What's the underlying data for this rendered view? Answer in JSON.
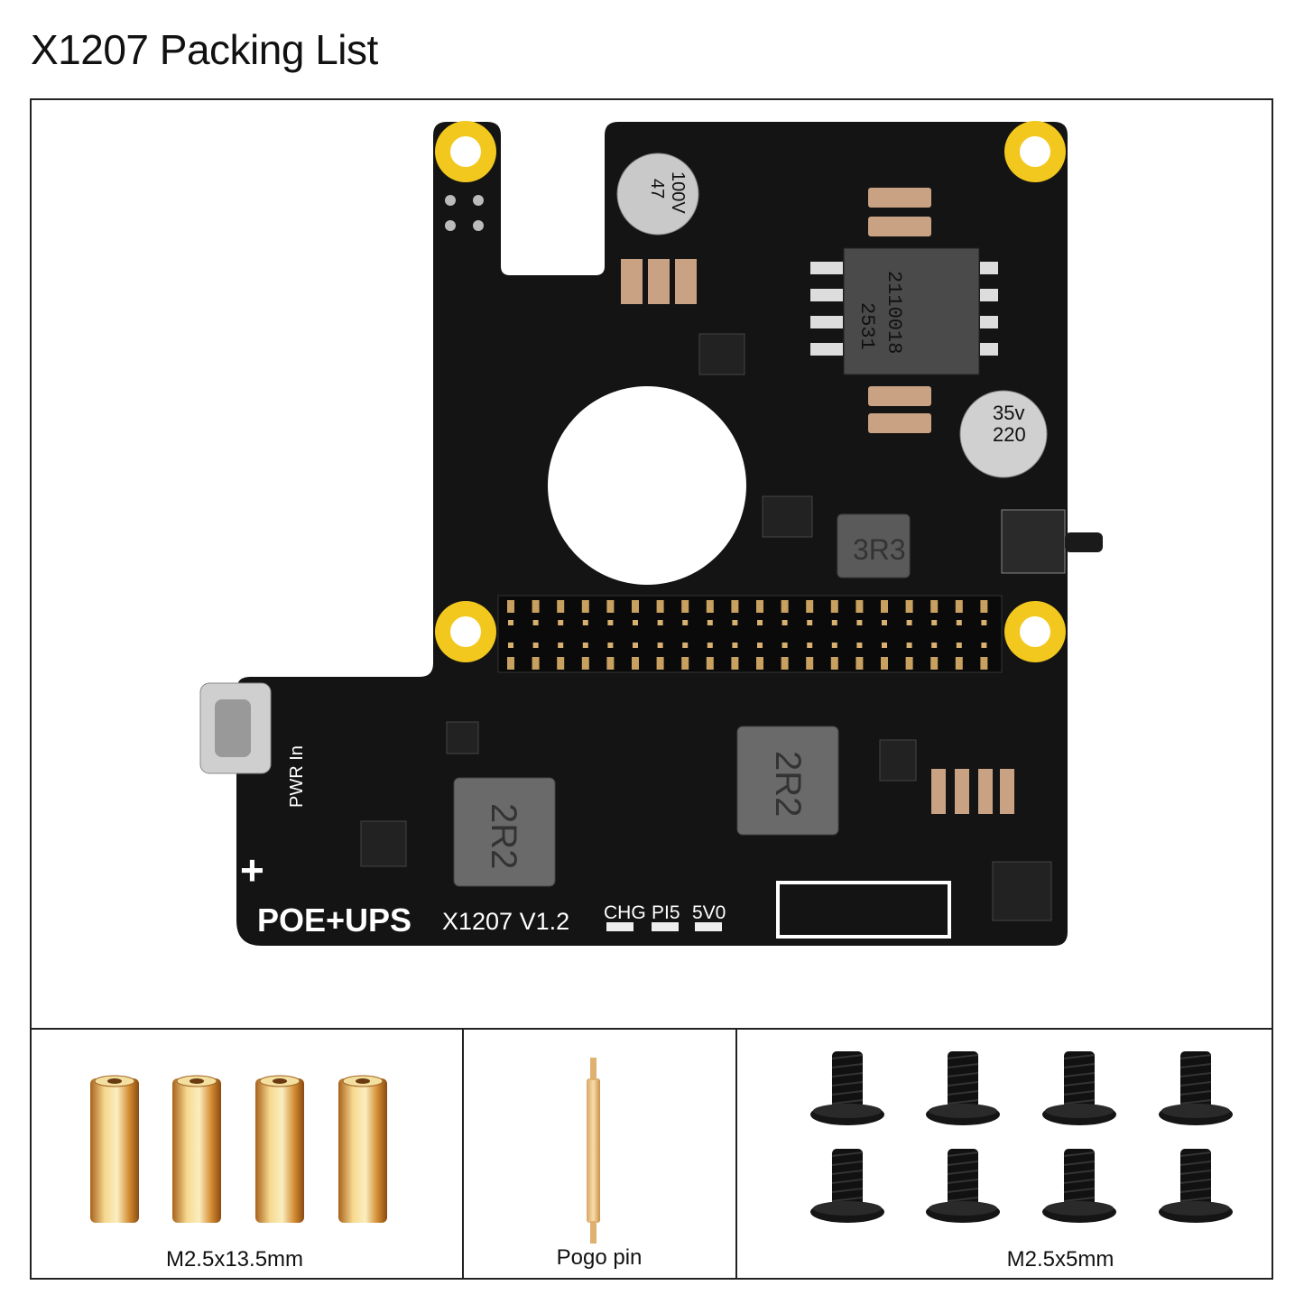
{
  "title": "X1207 Packing List",
  "board": {
    "brand_label": "POE+UPS",
    "model_label": "X1207 V1.2",
    "leds": [
      "CHG",
      "PI5",
      "5V0"
    ],
    "power_label": "PWR In",
    "inductor_labels": [
      "2R2",
      "2R2",
      "3R3"
    ],
    "cap_large": [
      "35v",
      "220"
    ],
    "cap_small": [
      "100V",
      "47"
    ],
    "transformer_marking": [
      "2110018",
      "2531"
    ],
    "colors": {
      "pcb": "#141414",
      "mount": "#f2c81e",
      "silk": "#ffffff"
    }
  },
  "items": [
    {
      "label": "M2.5x13.5mm",
      "count": 4,
      "icon": "brass-standoff-icon"
    },
    {
      "label": "Pogo pin",
      "count": 1,
      "icon": "pogo-pin-icon"
    },
    {
      "label": "M2.5x5mm",
      "count": 8,
      "icon": "screw-icon"
    }
  ]
}
